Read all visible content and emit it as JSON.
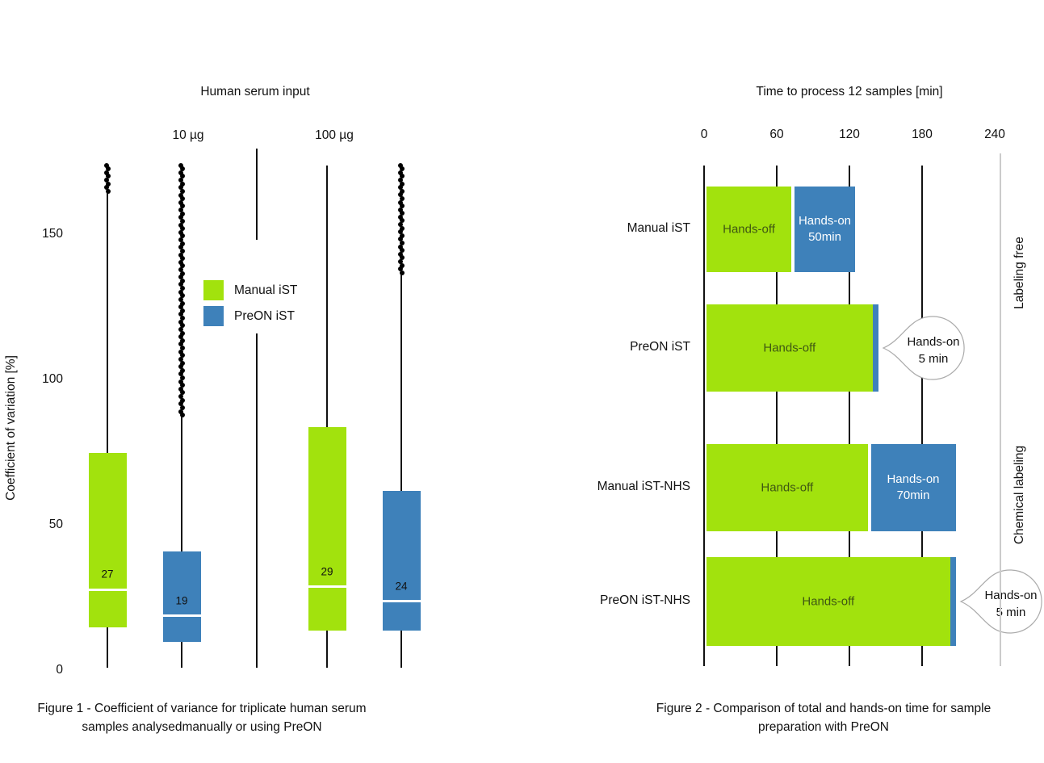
{
  "colors": {
    "green": "#A2E20D",
    "blue": "#3E81BA",
    "green_bar_text": "#3F5713",
    "blue_bar_text": "#FFFFFF",
    "gray_separator": "#CBCBCB",
    "callout_border": "#ABABAB",
    "callout_fill": "#FFFFFF"
  },
  "chart_data": [
    {
      "type": "boxplot",
      "title": "Human serum input",
      "ylabel": "Coefficient of variation [%]",
      "y_ticks": [
        0,
        50,
        100,
        150
      ],
      "ylim": [
        0,
        178
      ],
      "grid": false,
      "groups": [
        "10 µg",
        "100 µg"
      ],
      "legend_position": "center-of-plot",
      "legend": [
        {
          "label": "Manual iST",
          "color_key": "green"
        },
        {
          "label": "PreON iST",
          "color_key": "blue"
        }
      ],
      "boxes": [
        {
          "group": "10 µg",
          "series": "Manual iST",
          "color_key": "green",
          "q1": 15,
          "median": 28,
          "q3": 75,
          "label": "27",
          "whisker_low": 1,
          "whisker_high": 174,
          "outliers": {
            "min": 165,
            "max": 174
          }
        },
        {
          "group": "10 µg",
          "series": "PreON iST",
          "color_key": "blue",
          "q1": 10,
          "median": 19,
          "q3": 41,
          "label": "19",
          "whisker_low": 1,
          "whisker_high": 174,
          "outliers": {
            "min": 88,
            "max": 174
          }
        },
        {
          "group": "100 µg",
          "series": "Manual iST",
          "color_key": "green",
          "q1": 14,
          "median": 29,
          "q3": 84,
          "label": "29",
          "whisker_low": 1,
          "whisker_high": 174,
          "outliers": null
        },
        {
          "group": "100 µg",
          "series": "PreON iST",
          "color_key": "blue",
          "q1": 14,
          "median": 24,
          "q3": 62,
          "label": "24",
          "whisker_low": 1,
          "whisker_high": 174,
          "outliers": {
            "min": 137,
            "max": 174
          }
        }
      ],
      "caption": [
        "Figure 1 - Coefficient of variance for triplicate human serum",
        "samples analysedmanually or using PreON"
      ]
    },
    {
      "type": "bar",
      "orientation": "horizontal",
      "title": "Time to process 12 samples [min]",
      "x_ticks": [
        0,
        60,
        120,
        180,
        240
      ],
      "xlim": [
        0,
        250
      ],
      "grid": true,
      "series": [
        {
          "name": "Hands-off",
          "color_key": "green"
        },
        {
          "name": "Hands-on",
          "color_key": "blue"
        }
      ],
      "rows": [
        {
          "label": "Manual iST",
          "section": "Labeling free",
          "hands_off_min": 72,
          "hands_on_min": 50,
          "hands_off_label": "Hands-off",
          "hands_on_label_lines": [
            "Hands-on",
            "50min"
          ],
          "hands_on_display": "bar"
        },
        {
          "label": "PreON iST",
          "section": "Labeling free",
          "hands_off_min": 139,
          "hands_on_min": 5,
          "hands_off_label": "Hands-off",
          "hands_on_label_lines": [
            "Hands-on",
            "5 min"
          ],
          "hands_on_display": "callout"
        },
        {
          "label": "Manual iST-NHS",
          "section": "Chemical labeling",
          "hands_off_min": 135,
          "hands_on_min": 70,
          "hands_off_label": "Hands-off",
          "hands_on_label_lines": [
            "Hands-on",
            "70min"
          ],
          "hands_on_display": "bar"
        },
        {
          "label": "PreON iST-NHS",
          "section": "Chemical labeling",
          "hands_off_min": 203,
          "hands_on_min": 5,
          "hands_off_label": "Hands-off",
          "hands_on_label_lines": [
            "Hands-on",
            "5 min"
          ],
          "hands_on_display": "callout"
        }
      ],
      "side_labels": [
        "Labeling free",
        "Chemical labeling"
      ],
      "caption": [
        "Figure 2 - Comparison of total and hands-on time for sample",
        "preparation with PreON"
      ]
    }
  ]
}
